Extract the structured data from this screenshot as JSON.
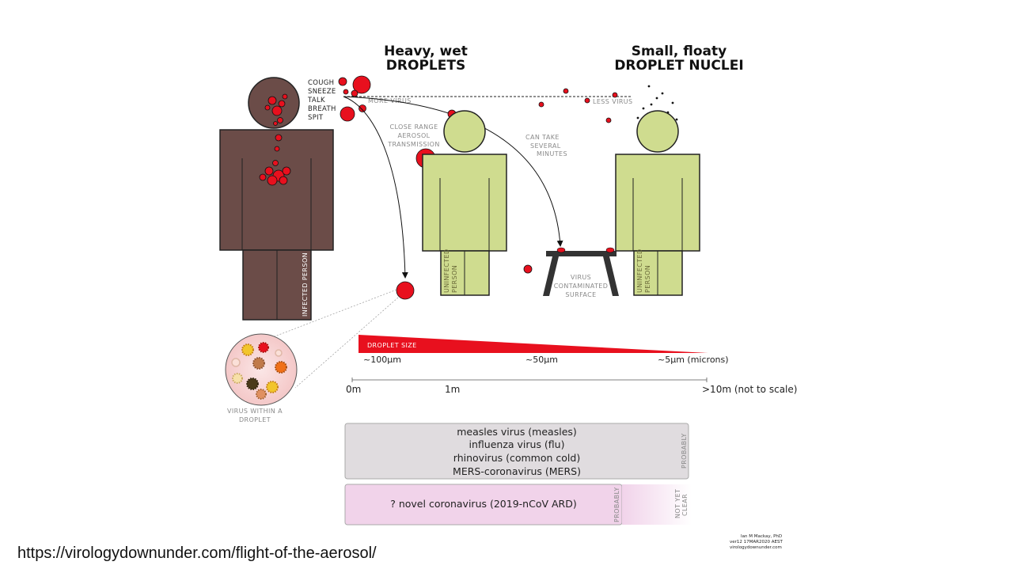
{
  "titles": {
    "left_line1": "Heavy, wet",
    "left_line2": "DROPLETS",
    "right_line1": "Small, floaty",
    "right_line2": "DROPLET NUCLEI"
  },
  "actions": [
    "COUGH",
    "SNEEZE",
    "TALK",
    "BREATH",
    "SPIT"
  ],
  "annotations": {
    "more_virus": "MORE VIRUS",
    "less_virus": "LESS VIRUS",
    "close_range": [
      "CLOSE RANGE",
      "AEROSOL",
      "TRANSMISSION"
    ],
    "can_take": [
      "CAN TAKE",
      "SEVERAL",
      "MINUTES"
    ],
    "surface": [
      "VIRUS",
      "CONTAMINATED",
      "SURFACE"
    ],
    "virus_within": [
      "VIRUS WITHIN A",
      "DROPLET"
    ]
  },
  "people": {
    "infected": "INFECTED PERSON",
    "uninfected_line1": "UNINFECTED",
    "uninfected_line2": "PERSON"
  },
  "droplet_size": {
    "label": "DROPLET SIZE",
    "ticks": [
      "~100µm",
      "~50µm",
      "~5µm (microns)"
    ]
  },
  "distance": {
    "ticks": [
      "0m",
      "1m",
      ">10m (not to scale)"
    ]
  },
  "virus_table": {
    "box1_lines": [
      "measles virus (measles)",
      "influenza virus (flu)",
      "rhinovirus (common cold)",
      "MERS-coronavirus (MERS)"
    ],
    "box1_tag": "PROBABLY",
    "box2_line": "? novel coronavirus (2019-nCoV ARD)",
    "box2_tag": "PROBABLY",
    "box2_unclear_line1": "NOT YET",
    "box2_unclear_line2": "CLEAR"
  },
  "credit": [
    "Ian M Mackay, PhD",
    "ver12 17MAR2020 AEST",
    "virologydownunder.com"
  ],
  "footer_url": "https://virologydownunder.com/flight-of-the-aerosol/",
  "colors": {
    "infected": "#6b4c48",
    "uninfected": "#cfdc8f",
    "droplet": "#e8101e",
    "box_grey": "#e0dcdf",
    "box_pink": "#f1d3ea"
  }
}
